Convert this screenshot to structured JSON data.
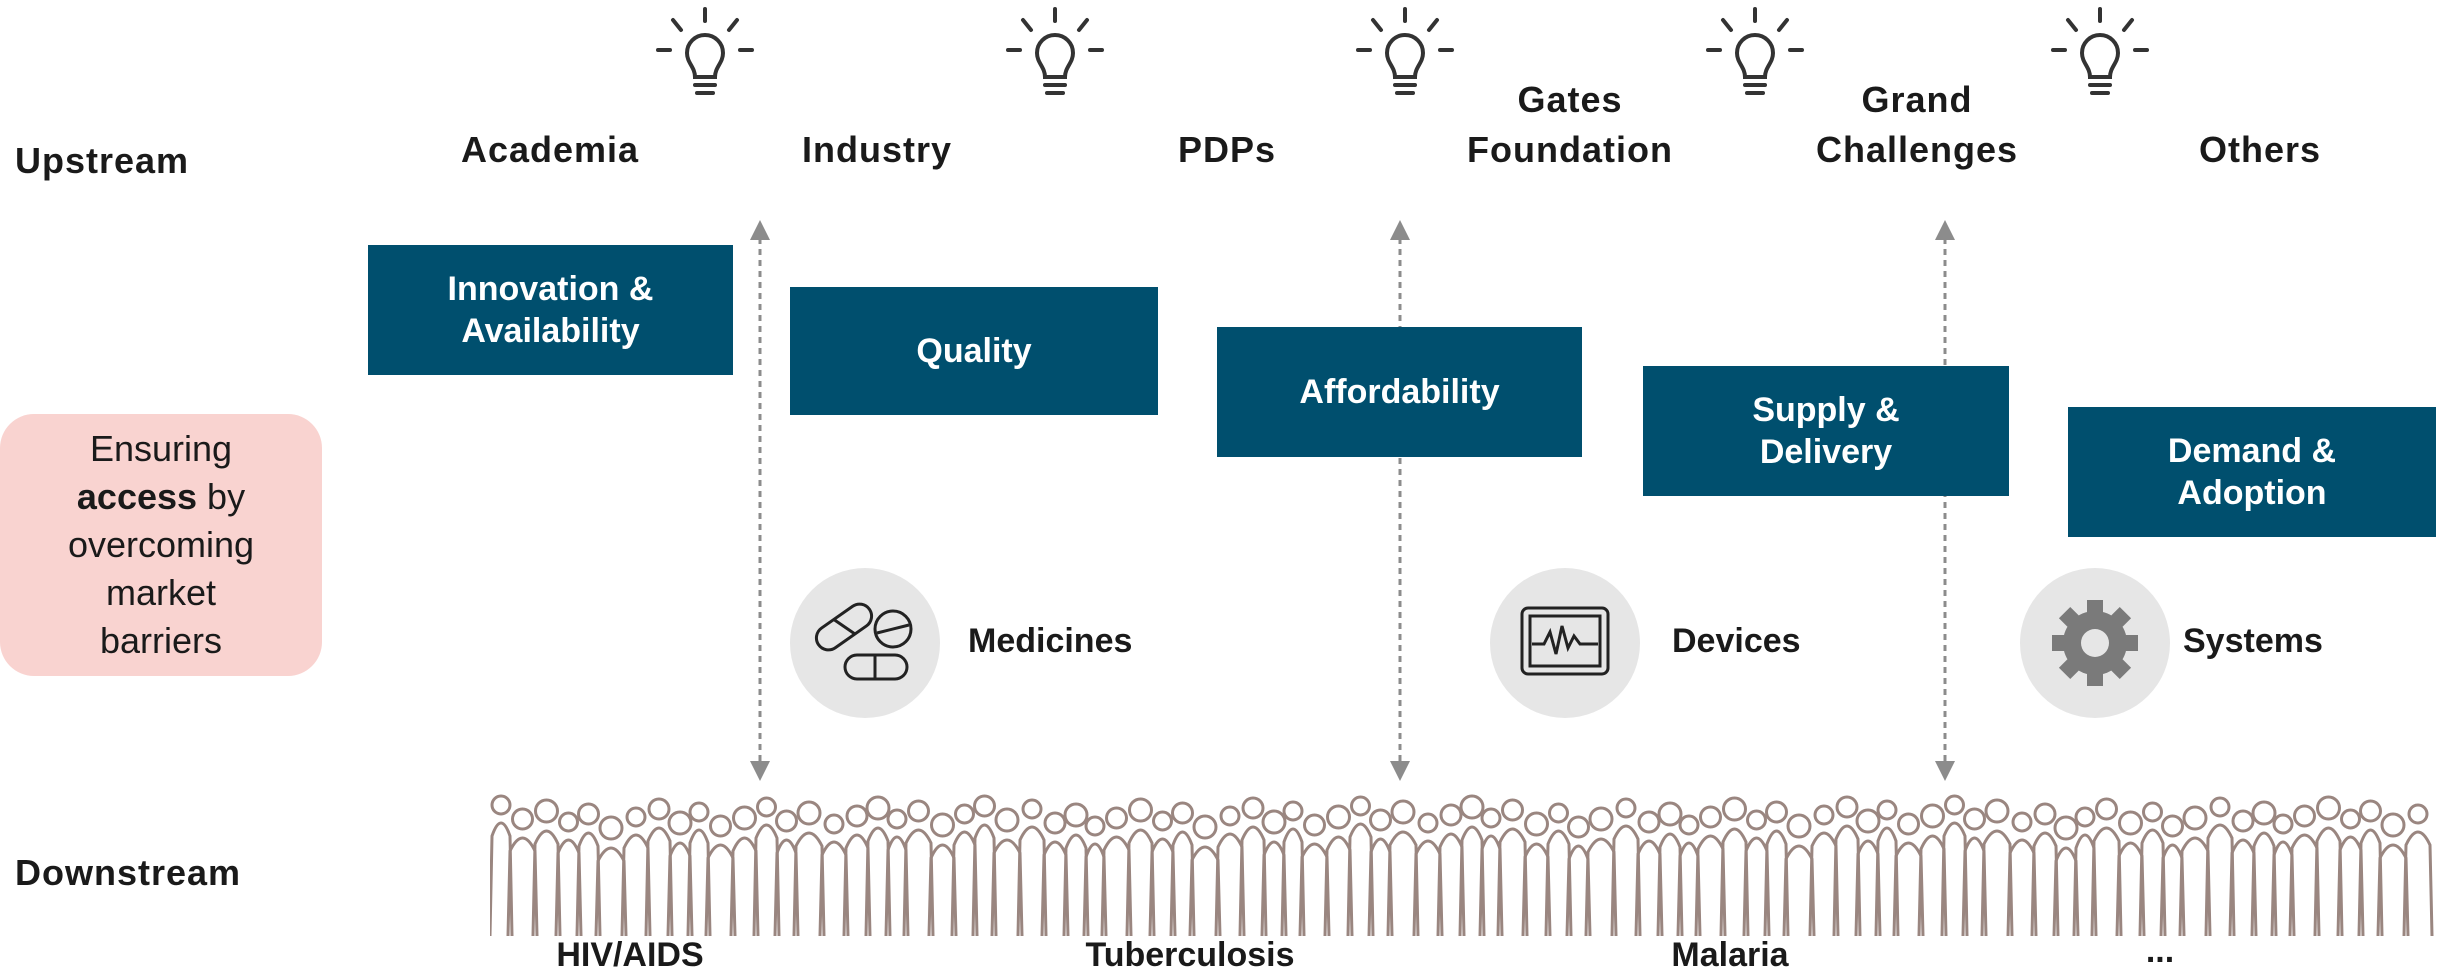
{
  "rows": {
    "upstream": "Upstream",
    "downstream": "Downstream"
  },
  "actors": [
    {
      "line1": "",
      "line2": "Academia"
    },
    {
      "line1": "",
      "line2": "Industry"
    },
    {
      "line1": "",
      "line2": "PDPs"
    },
    {
      "line1": "Gates",
      "line2": "Foundation"
    },
    {
      "line1": "Grand",
      "line2": "Challenges"
    },
    {
      "line1": "",
      "line2": "Others"
    }
  ],
  "barriers": [
    {
      "line1": "Innovation &",
      "line2": "Availability"
    },
    {
      "line1": "Quality",
      "line2": ""
    },
    {
      "line1": "Affordability",
      "line2": ""
    },
    {
      "line1": "Supply &",
      "line2": "Delivery"
    },
    {
      "line1": "Demand &",
      "line2": "Adoption"
    }
  ],
  "access": {
    "line1": "Ensuring",
    "bold": "access",
    "after": " by",
    "line3": "overcoming",
    "line4": "market",
    "line5": "barriers"
  },
  "products": [
    {
      "label": "Medicines",
      "icon": "pills-icon"
    },
    {
      "label": "Devices",
      "icon": "monitor-icon"
    },
    {
      "label": "Systems",
      "icon": "gear-icon"
    }
  ],
  "diseases": [
    "HIV/AIDS",
    "Tuberculosis",
    "Malaria",
    "..."
  ],
  "colors": {
    "barrier": "#004f6e",
    "access": "#f9d3d0",
    "people": "#9a8680",
    "arrow": "#8c8c8c"
  }
}
